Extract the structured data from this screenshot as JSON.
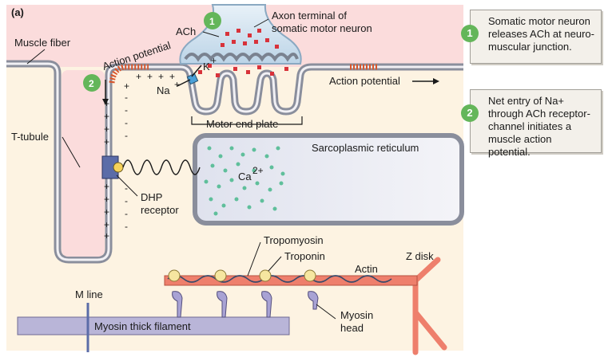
{
  "panel_label": "(a)",
  "labels": {
    "muscle_fiber": "Muscle fiber",
    "ach": "ACh",
    "axon_terminal_1": "Axon terminal of",
    "axon_terminal_2": "somatic motor neuron",
    "action_potential_left": "Action potential",
    "action_potential_right": "Action potential",
    "k_ion": "K",
    "na_ion": "Na",
    "ion_sup": "+",
    "motor_end_plate": "Motor end plate",
    "t_tubule": "T-tubule",
    "sarcoplasmic_reticulum": "Sarcoplasmic reticulum",
    "ca_ion": "Ca",
    "ca_sup": "2+",
    "dhp_1": "DHP",
    "dhp_2": "receptor",
    "tropomyosin": "Tropomyosin",
    "troponin": "Troponin",
    "actin": "Actin",
    "z_disk": "Z disk",
    "m_line": "M line",
    "myosin_thick_filament": "Myosin thick filament",
    "myosin_head_1": "Myosin",
    "myosin_head_2": "head",
    "plus_sign": "+",
    "minus_sign": "-"
  },
  "steps": [
    {
      "number": "1",
      "text": "Somatic motor neuron releases ACh at neuro-muscular junction."
    },
    {
      "number": "2",
      "text": "Net entry of Na+ through ACh receptor-channel initiates a muscle action potential."
    }
  ],
  "colors": {
    "cytoplasm": "#fdf3e2",
    "extracellular_pink": "#fbdcdc",
    "membrane": "#8a8e9c",
    "axon_blue": "#cfe1ef",
    "vesicle_red": "#d8323a",
    "calcium_green": "#5fbf9b",
    "actin_salmon": "#ee7f6c",
    "myosin_lavender": "#b9b5d8",
    "badge_green": "#64b65a",
    "troponin_yellow": "#f6e6a0"
  }
}
